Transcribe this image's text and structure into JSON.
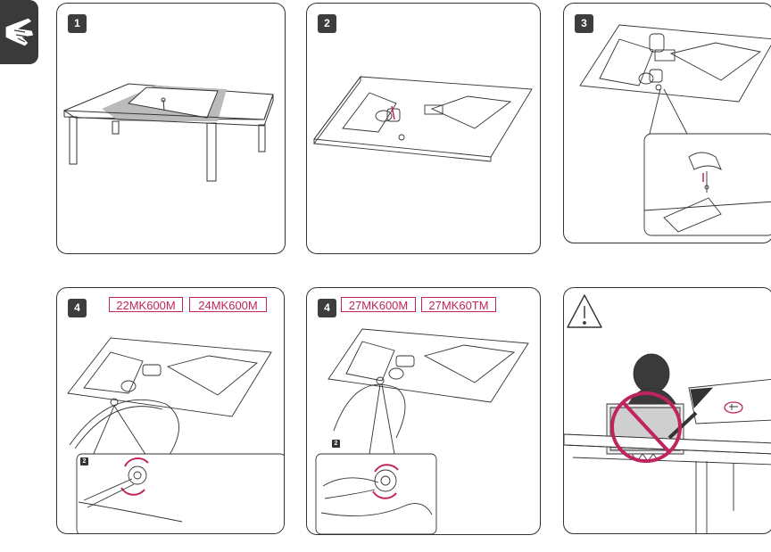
{
  "section_icon": "hand-holding-screwdriver-icon",
  "steps": [
    {
      "badge": "1"
    },
    {
      "badge": "2"
    },
    {
      "badge": "3"
    },
    {
      "badge": "4",
      "models": [
        "22MK600M",
        "24MK600M"
      ],
      "sub_step": "2"
    },
    {
      "badge": "4",
      "models": [
        "27MK600M",
        "27MK60TM"
      ],
      "sub_step": "2"
    }
  ],
  "warning_icon": "caution-triangle-icon"
}
